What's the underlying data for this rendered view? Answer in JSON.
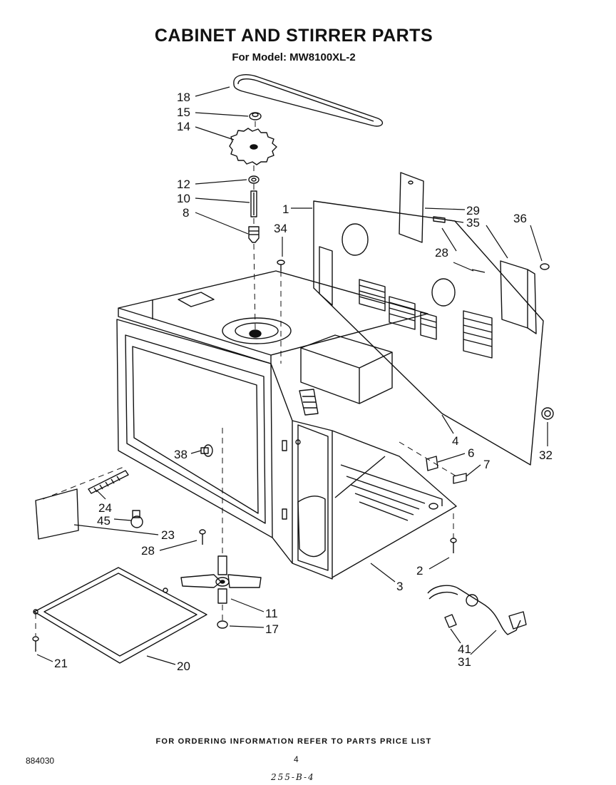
{
  "title": "CABINET AND STIRRER PARTS",
  "subtitle": "For Model: MW8100XL-2",
  "footer_note": "FOR ORDERING INFORMATION REFER TO PARTS PRICE LIST",
  "document_number": "884030",
  "page_number": "4",
  "handwritten_note": "255-B-4",
  "callouts": [
    "18",
    "15",
    "14",
    "12",
    "10",
    "8",
    "1",
    "34",
    "29",
    "35",
    "36",
    "28",
    "4",
    "32",
    "38",
    "6",
    "7",
    "24",
    "45",
    "23",
    "28",
    "2",
    "3",
    "11",
    "17",
    "21",
    "20",
    "41",
    "31"
  ]
}
